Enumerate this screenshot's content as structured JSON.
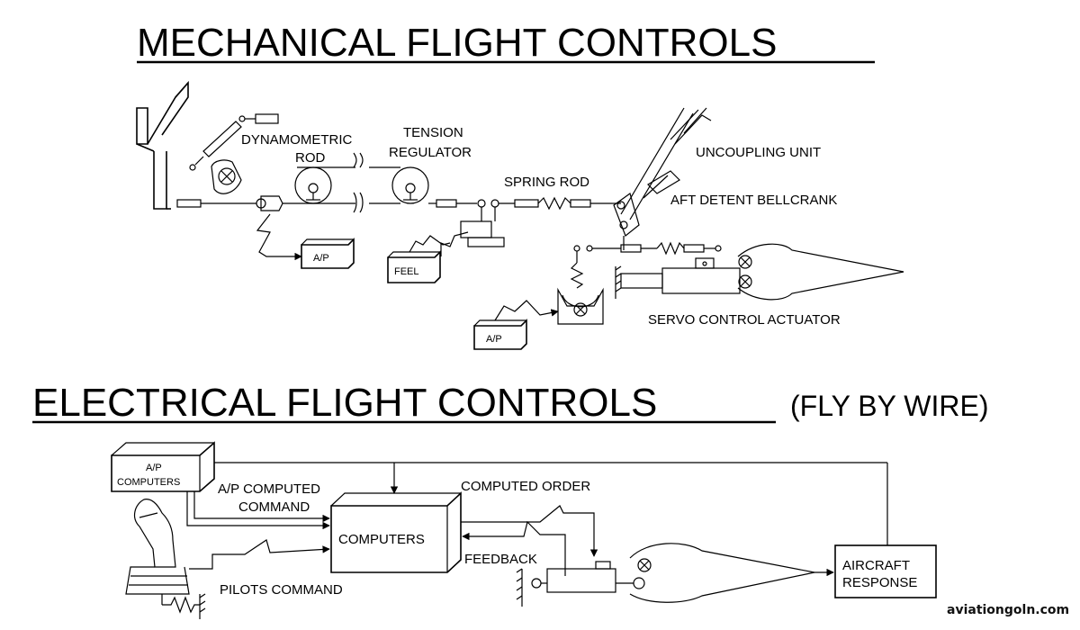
{
  "mechanical": {
    "title": "MECHANICAL FLIGHT CONTROLS",
    "labels": {
      "dynamometric_rod_1": "DYNAMOMETRIC",
      "dynamometric_rod_2": "ROD",
      "tension_regulator_1": "TENSION",
      "tension_regulator_2": "REGULATOR",
      "spring_rod": "SPRING ROD",
      "uncoupling_unit": "UNCOUPLING UNIT",
      "aft_detent_bellcrank": "AFT DETENT BELLCRANK",
      "servo_control_actuator": "SERVO CONTROL ACTUATOR",
      "ap_box_1": "A/P",
      "ap_box_2": "A/P",
      "feel_box": "FEEL"
    }
  },
  "electrical": {
    "title": "ELECTRICAL  FLIGHT  CONTROLS",
    "subtitle": "(FLY BY WIRE)",
    "labels": {
      "ap_computers_1": "A/P",
      "ap_computers_2": "COMPUTERS",
      "ap_computed_command_1": "A/P COMPUTED",
      "ap_computed_command_2": "COMMAND",
      "computers": "COMPUTERS",
      "computed_order": "COMPUTED ORDER",
      "feedback": "FEEDBACK",
      "pilots_command": "PILOTS COMMAND",
      "aircraft_response_1": "AIRCRAFT",
      "aircraft_response_2": "RESPONSE"
    }
  },
  "watermark": "aviationgoln.com"
}
